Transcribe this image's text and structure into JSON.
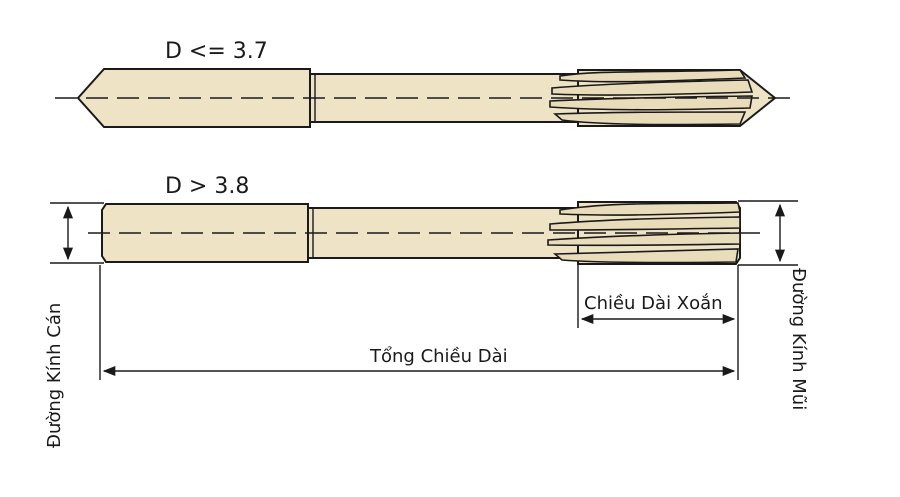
{
  "tools": {
    "small": {
      "label": "D <= 3.7"
    },
    "large": {
      "label": "D > 3.8"
    }
  },
  "dimensions": {
    "shank_diameter": "Đường Kính Cán",
    "tip_diameter": "Đường Kính Mũi",
    "flute_length": "Chiều Dài Xoắn",
    "total_length": "Tổng Chiều Dài"
  },
  "colors": {
    "tool_fill": "#efe3c6",
    "flute_fill": "#e9dcbb",
    "line": "#1a1a1a"
  }
}
